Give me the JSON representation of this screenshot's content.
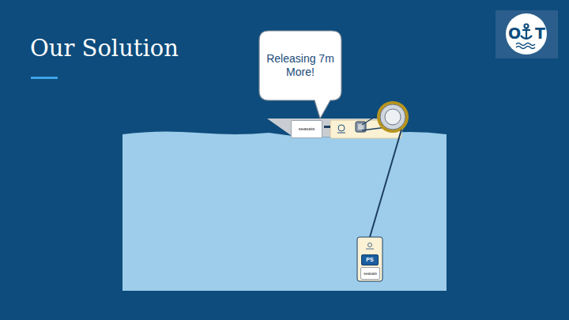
{
  "diagram": {
    "title": "Our Solution",
    "nodes": [
      {
        "text": [
          "Releasing 7m More!"
        ]
      },
      {
        "text": [
          "seasats"
        ]
      },
      {
        "text": [
          "PS"
        ]
      },
      {
        "text": [
          "seasats"
        ]
      }
    ],
    "labels": [
      "O",
      "T"
    ]
  }
}
